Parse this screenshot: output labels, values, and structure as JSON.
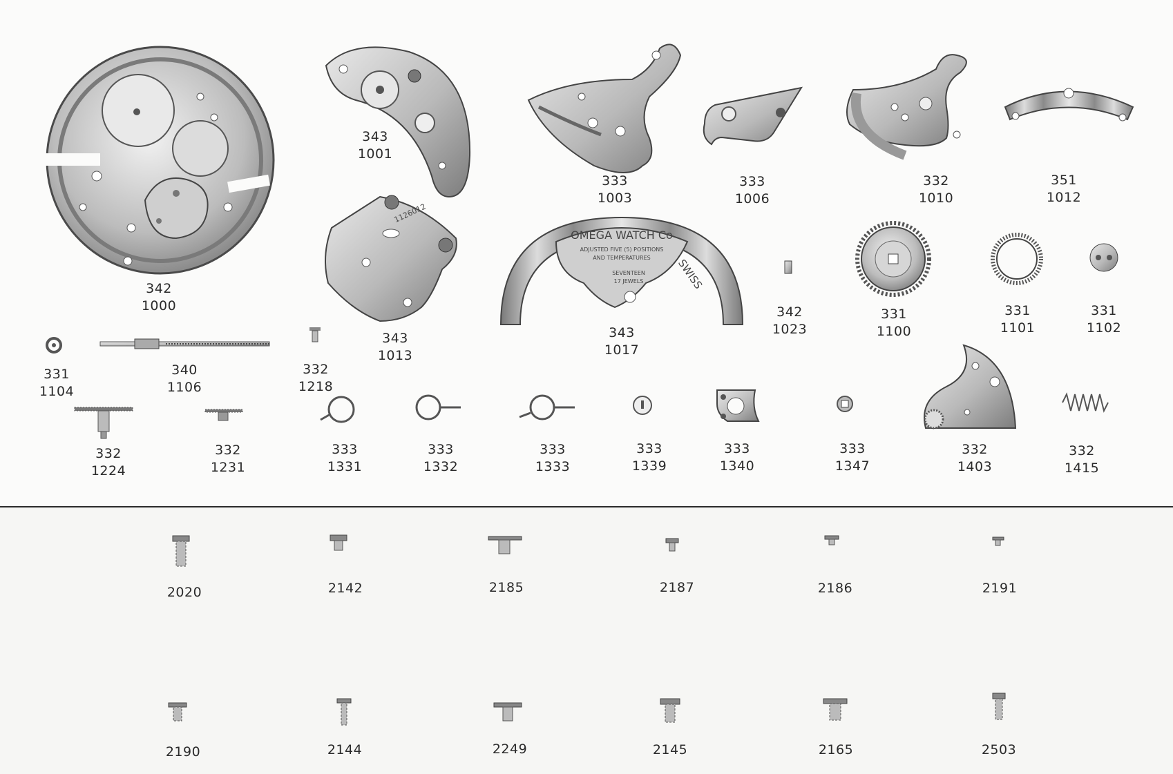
{
  "parts": [
    {
      "id": "p1000",
      "code": "342",
      "ref": "1000"
    },
    {
      "id": "p1001",
      "code": "343",
      "ref": "1001"
    },
    {
      "id": "p1003",
      "code": "333",
      "ref": "1003"
    },
    {
      "id": "p1006",
      "code": "333",
      "ref": "1006"
    },
    {
      "id": "p1010",
      "code": "332",
      "ref": "1010"
    },
    {
      "id": "p1012",
      "code": "351",
      "ref": "1012"
    },
    {
      "id": "p1013",
      "code": "343",
      "ref": "1013"
    },
    {
      "id": "p1017",
      "code": "343",
      "ref": "1017"
    },
    {
      "id": "p1023",
      "code": "342",
      "ref": "1023"
    },
    {
      "id": "p1100",
      "code": "331",
      "ref": "1100"
    },
    {
      "id": "p1101",
      "code": "331",
      "ref": "1101"
    },
    {
      "id": "p1102",
      "code": "331",
      "ref": "1102"
    },
    {
      "id": "p1104",
      "code": "331",
      "ref": "1104"
    },
    {
      "id": "p1106",
      "code": "340",
      "ref": "1106"
    },
    {
      "id": "p1218",
      "code": "332",
      "ref": "1218"
    },
    {
      "id": "p1224",
      "code": "332",
      "ref": "1224"
    },
    {
      "id": "p1231",
      "code": "332",
      "ref": "1231"
    },
    {
      "id": "p1331",
      "code": "333",
      "ref": "1331"
    },
    {
      "id": "p1332",
      "code": "333",
      "ref": "1332"
    },
    {
      "id": "p1333",
      "code": "333",
      "ref": "1333"
    },
    {
      "id": "p1339",
      "code": "333",
      "ref": "1339"
    },
    {
      "id": "p1340",
      "code": "333",
      "ref": "1340"
    },
    {
      "id": "p1347",
      "code": "333",
      "ref": "1347"
    },
    {
      "id": "p1403",
      "code": "332",
      "ref": "1403"
    },
    {
      "id": "p1415",
      "code": "332",
      "ref": "1415"
    }
  ],
  "screws": [
    {
      "id": "s2020",
      "ref": "2020"
    },
    {
      "id": "s2142",
      "ref": "2142"
    },
    {
      "id": "s2185",
      "ref": "2185"
    },
    {
      "id": "s2187",
      "ref": "2187"
    },
    {
      "id": "s2186",
      "ref": "2186"
    },
    {
      "id": "s2191",
      "ref": "2191"
    },
    {
      "id": "s2190",
      "ref": "2190"
    },
    {
      "id": "s2144",
      "ref": "2144"
    },
    {
      "id": "s2249",
      "ref": "2249"
    },
    {
      "id": "s2145",
      "ref": "2145"
    },
    {
      "id": "s2165",
      "ref": "2165"
    },
    {
      "id": "s2503",
      "ref": "2503"
    }
  ],
  "bridge_engraving": {
    "line1": "OMEGA WATCH Co",
    "line2": "ADJUSTED FIVE (5) POSITIONS",
    "line3": "AND TEMPERATURES",
    "line4": "SEVENTEEN",
    "line5": "17 JEWELS",
    "side": "SWISS"
  },
  "plate_engraving": "1126012",
  "colors": {
    "ink": "#2b2b2b",
    "metal_light": "#d9d9d9",
    "metal_mid": "#a9a9a9",
    "metal_dark": "#6a6a6a"
  }
}
